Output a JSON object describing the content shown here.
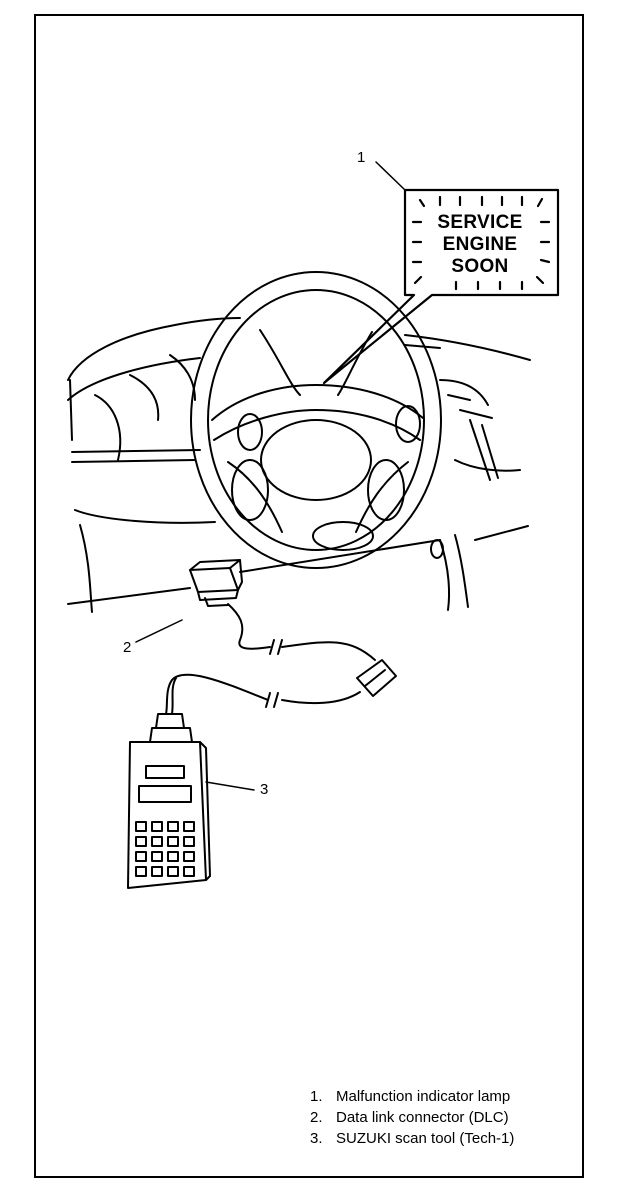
{
  "lamp": {
    "lines": [
      "SERVICE",
      "ENGINE",
      "SOON"
    ]
  },
  "callouts": {
    "c1": "1",
    "c2": "2",
    "c3": "3"
  },
  "legend": [
    {
      "num": "1.",
      "text": "Malfunction indicator lamp"
    },
    {
      "num": "2.",
      "text": "Data link connector (DLC)"
    },
    {
      "num": "3.",
      "text": "SUZUKI scan tool (Tech-1)"
    }
  ]
}
